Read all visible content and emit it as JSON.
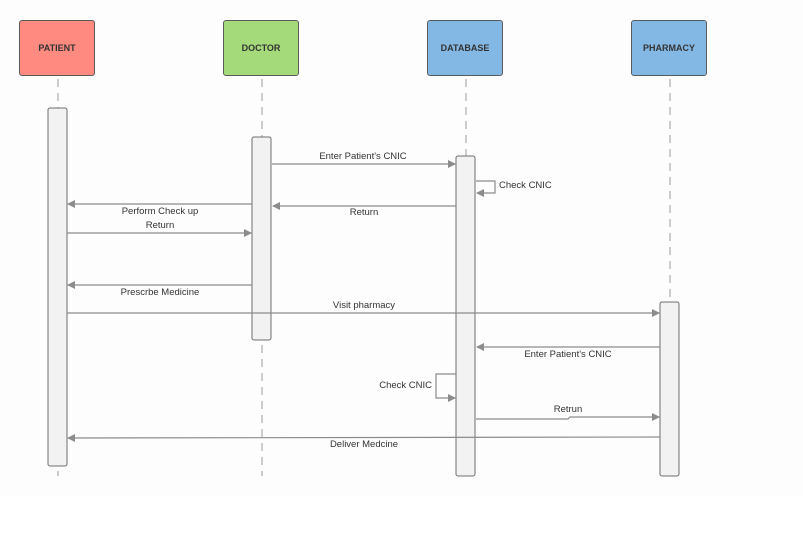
{
  "actors": [
    {
      "id": "patient",
      "label": "PATIENT",
      "color": "#ff8a80"
    },
    {
      "id": "doctor",
      "label": "DOCTOR",
      "color": "#a5da7a"
    },
    {
      "id": "database",
      "label": "DATABASE",
      "color": "#84b8e4"
    },
    {
      "id": "pharmacy",
      "label": "PHARMACY",
      "color": "#84b8e4"
    }
  ],
  "messages": [
    {
      "id": "m1",
      "from": "doctor",
      "to": "database",
      "label": "Enter Patient's CNIC"
    },
    {
      "id": "m2",
      "from": "database",
      "to": "database",
      "label": "Check CNIC"
    },
    {
      "id": "m3",
      "from": "database",
      "to": "doctor",
      "label": "Return"
    },
    {
      "id": "m4",
      "from": "doctor",
      "to": "patient",
      "label": "Perform Check up"
    },
    {
      "id": "m5",
      "from": "patient",
      "to": "doctor",
      "label": "Return"
    },
    {
      "id": "m6",
      "from": "doctor",
      "to": "patient",
      "label": "Prescrbe Medicine"
    },
    {
      "id": "m7",
      "from": "patient",
      "to": "pharmacy",
      "label": "Visit pharmacy"
    },
    {
      "id": "m8",
      "from": "pharmacy",
      "to": "database",
      "label": "Enter Patient's CNIC"
    },
    {
      "id": "m9",
      "from": "database",
      "to": "database",
      "label": "Check CNIC"
    },
    {
      "id": "m10",
      "from": "database",
      "to": "pharmacy",
      "label": "Retrun"
    },
    {
      "id": "m11",
      "from": "pharmacy",
      "to": "patient",
      "label": "Deliver Medcine"
    }
  ],
  "style": {
    "line_color": "#8c8c8c",
    "activation_fill": "#f2f2f2",
    "activation_stroke": "#6e6e6e"
  }
}
